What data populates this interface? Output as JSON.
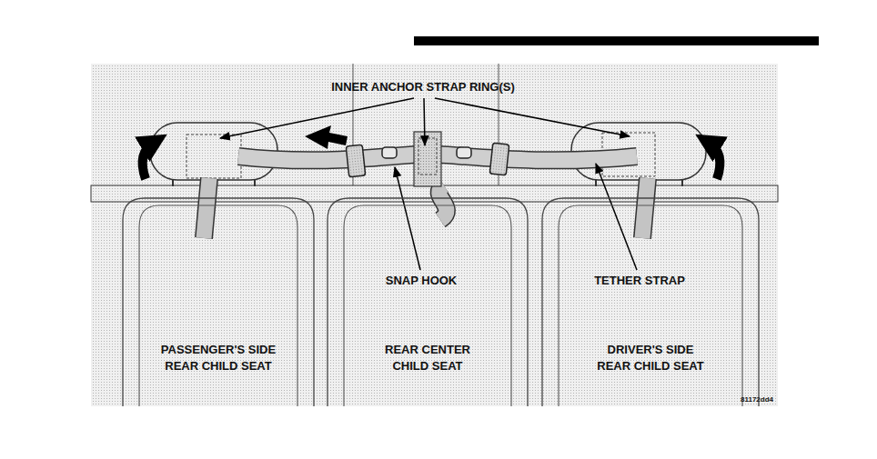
{
  "diagram": {
    "nodes": [
      {
        "text": [
          "PASSENGER'S SIDE REAR CHILD SEAT"
        ]
      },
      {
        "text": [
          "REAR CENTER CHILD SEAT"
        ]
      },
      {
        "text": [
          "DRIVER'S SIDE REAR CHILD SEAT"
        ]
      }
    ],
    "labels": [
      "INNER ANCHOR STRAP RING(S)",
      "SNAP HOOK",
      "TETHER STRAP",
      "81172dd4"
    ]
  }
}
